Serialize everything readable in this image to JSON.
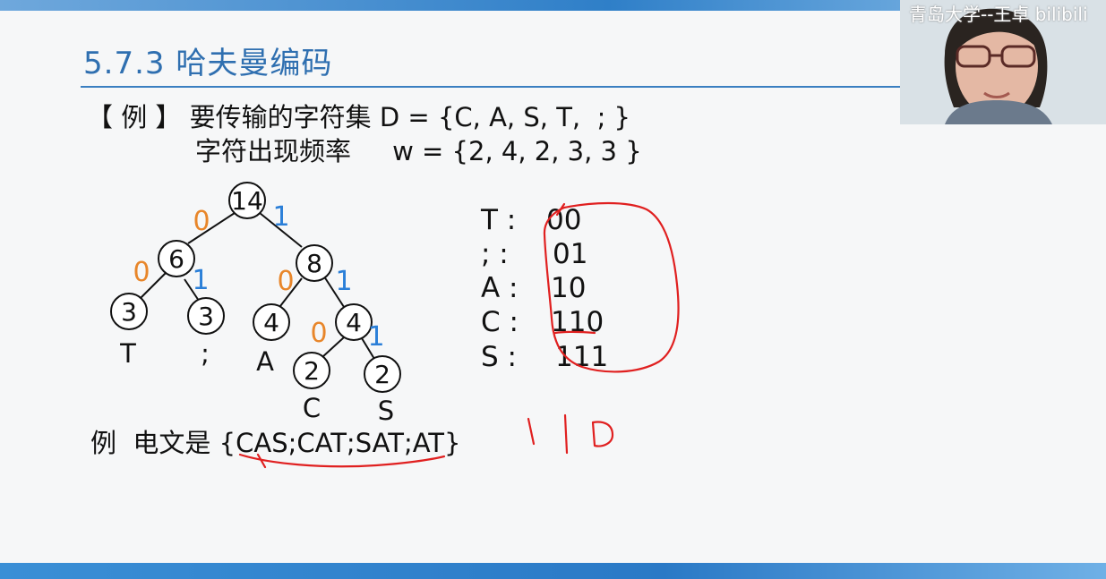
{
  "slide": {
    "title": "5.7.3 哈夫曼编码",
    "example_line1": "【 例 】 要传输的字符集 D = {C, A, S, T,  ; }",
    "example_line2": "字符出现频率     w = {2, 4, 2, 3, 3 }",
    "message_line": "例  电文是 {CAS;CAT;SAT;AT}"
  },
  "tree": {
    "nodes": [
      {
        "id": "root",
        "weight": "14"
      },
      {
        "id": "n6",
        "weight": "6"
      },
      {
        "id": "n8",
        "weight": "8"
      },
      {
        "id": "leafT",
        "weight": "3",
        "char": "T"
      },
      {
        "id": "leafSemi",
        "weight": "3",
        "char": ";"
      },
      {
        "id": "leafA",
        "weight": "4",
        "char": "A"
      },
      {
        "id": "n4",
        "weight": "4"
      },
      {
        "id": "leafC",
        "weight": "2",
        "char": "C"
      },
      {
        "id": "leafS",
        "weight": "2",
        "char": "S"
      }
    ],
    "edge_bits": [
      "0",
      "1",
      "0",
      "1",
      "0",
      "1",
      "0",
      "1"
    ],
    "bit_colors": {
      "zero": "#e8862a",
      "one": "#2b7fd8"
    }
  },
  "codes": [
    {
      "char": "T :",
      "code": "00"
    },
    {
      "char": "; :",
      "code": "01"
    },
    {
      "char": "A :",
      "code": "10"
    },
    {
      "char": "C :",
      "code": "110"
    },
    {
      "char": "S  :",
      "code": "111"
    }
  ],
  "annotations": {
    "handwritten": "110",
    "ink_color": "#e02020"
  },
  "overlay": {
    "watermark": "青岛大学--王卓 bilibili"
  }
}
